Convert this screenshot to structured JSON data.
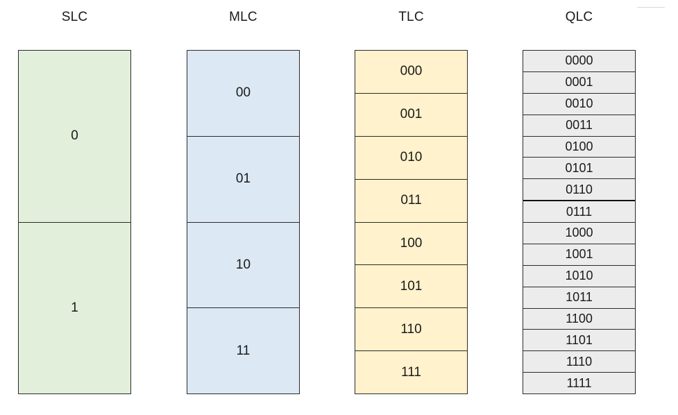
{
  "columns": {
    "slc": {
      "title": "SLC",
      "cells": [
        "0",
        "1"
      ]
    },
    "mlc": {
      "title": "MLC",
      "cells": [
        "00",
        "01",
        "10",
        "11"
      ]
    },
    "tlc": {
      "title": "TLC",
      "cells": [
        "000",
        "001",
        "010",
        "011",
        "100",
        "101",
        "110",
        "111"
      ]
    },
    "qlc": {
      "title": "QLC",
      "cells": [
        "0000",
        "0001",
        "0010",
        "0011",
        "0100",
        "0101",
        "0110",
        "0111",
        "1000",
        "1001",
        "1010",
        "1011",
        "1100",
        "1101",
        "1110",
        "1111"
      ]
    }
  },
  "colors": {
    "slc_fill": "#e2efda",
    "mlc_fill": "#dce8f4",
    "tlc_fill": "#fff2cc",
    "qlc_fill": "#ececec",
    "border": "#2a2a2a"
  }
}
